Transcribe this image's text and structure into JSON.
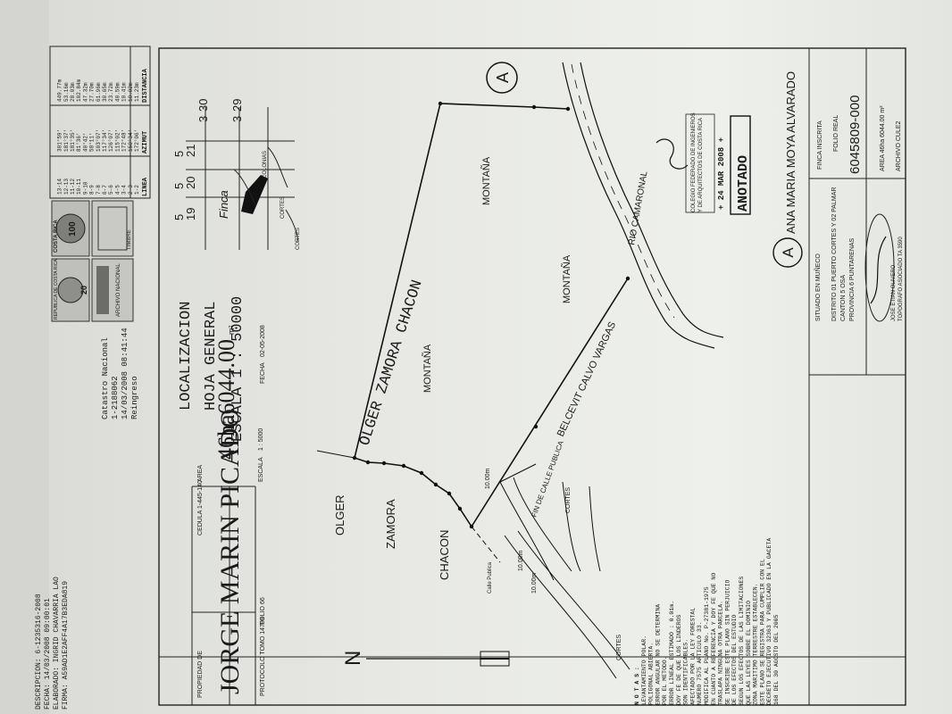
{
  "header_tab": {
    "lines": [
      "DESCRIPCION: 6-1235316-2008",
      "FECHA: 14/03/2008 09:00:01",
      "ELABORADO: INGRID CHAVARRIA LAO",
      "FIRMA: A59AD1E2AFF4A17B3EDA819"
    ],
    "registry_lines": [
      "Catastro Nacional",
      "1-2188062",
      "14/03/2008 08:41:44",
      "Reingreso"
    ]
  },
  "coordinate_table": {
    "headers": [
      "LINEA",
      "AZIMUT",
      "DISTANCIA"
    ],
    "rows": [
      [
        "1-2",
        "172°06'",
        "11.23m"
      ],
      [
        "2-3",
        "150°34'",
        "10.02m"
      ],
      [
        "3-4",
        "172°48'",
        "10.41m"
      ],
      [
        "4-5",
        "115°02'",
        "40.59m"
      ],
      [
        "5-6",
        "126°07'",
        "23.72m"
      ],
      [
        "6-7",
        "117°34'",
        "30.65m"
      ],
      [
        "7-8",
        "103°07'",
        "61.96m"
      ],
      [
        "8-9",
        "58°11'",
        "27.70m"
      ],
      [
        "9-10",
        "40°42'",
        "47.32m"
      ],
      [
        "10-11",
        "81°36'",
        "102.84m"
      ],
      [
        "11-12",
        "181°35'",
        "28.03m"
      ],
      [
        "12-13",
        "181°37'",
        "53.16m"
      ],
      [
        "13-14",
        "301°59'",
        "449.77m"
      ]
    ]
  },
  "localizacion": {
    "title": "LOCALIZACION",
    "subtitle": "HOJA GENERAL",
    "scale": "ESCALA 1 : 50000"
  },
  "location_map": {
    "grid_top": [
      "5",
      "5",
      "5"
    ],
    "grid_top_sub": [
      "19",
      "20",
      "21"
    ],
    "grid_right": [
      "3",
      "3"
    ],
    "grid_right_sub": [
      "30",
      "29"
    ],
    "finca": "Finca",
    "labels": [
      "COLONIAS",
      "CORTES",
      "CORTES"
    ]
  },
  "plan_labels": {
    "north": "N",
    "olger_zamora_chacon": "OLGER ZAMORA CHACON",
    "olger": "OLGER",
    "zamora": "ZAMORA",
    "chacon": "CHACON",
    "montana_1": "MONTAÑA",
    "montana_2": "MONTAÑA",
    "montana_3": "MONTAÑA",
    "belcevit": "BELCEVIT CALVO VARGAS",
    "rio": "RIO CAMARONAL",
    "calle_publica": "Calle Publica",
    "fin_calle": "FIN DE CALLE PUBLICA",
    "cortes_1": "CORTES",
    "cortes_2": "CORTES",
    "dist_1": "10.00m",
    "dist_2": "10.00m",
    "dist_3": "10.00m",
    "circle_a": "A"
  },
  "stamps": {
    "seal_1_top": "REPUBLICA DE COSTA RICA",
    "seal_1_mid": "20",
    "seal_1_bottom": "TIMBRE",
    "seal_2_top": "COSTA RICA",
    "seal_2_value": "100",
    "seal_2_bottom": "ARCHIVO NACIONAL",
    "colegio_line1": "COLEGIO FEDERADO DE INGENIEROS",
    "colegio_line2": "Y DE ARQUITECTOS DE COSTA RICA",
    "colegio_date": "+ 24 MAR 2008 +",
    "anotado": "ANOTADO"
  },
  "notas": [
    "N O T A S :",
    "LEVANTAMIENTO POLAR.",
    "POLIGONAL ABIERTA.",
    "ERROR ANGULAR NO SE DETERMINA",
    "POR EL METODO.",
    "ERROR LINEAL ESTIMADO : 0.01m.",
    "DOY FE DE QUE LOS LINDEROS",
    "SON IDENTIFICABLES.",
    "AFECTADO POR LA LEY FORESTAL",
    "NUMERO 7575 ARTICULO 33.",
    "MODIFICA AL PLANO No. P-27381-1975",
    "EN CUANTO A REFERENCIA Y DOY FE QUE NO",
    "TRASLAPA NINGUNA OTRA PARCELA.",
    "SE INSCRIBE ESTE PLANO SIN PERJUICIO",
    "DE LOS EFECTOS DEL ESTUDIO",
    "SEGUN LOS EFECTOS DE LAS LIMITACIONES",
    "QUE LAS LEYES SOBRE EL DOMINIO",
    "ZONA MARITIMO TERRESTRE ESTABLECEN.",
    "ESTE PLANO SE REGISTRA PARA CUMPLIR CON EL",
    "DECRETO EJECUTIVO 32363 Y PUBLICADO EN LA GACETA",
    "168 DEL 30 AGOSTO DEL 2005"
  ],
  "title_block": {
    "propiedad_label": "PROPIEDAD DE",
    "owner": "JORGE MARIN PICADO",
    "cedula_label": "CEDULA",
    "cedula": "1-445-140",
    "protocolo": "PROTOCOLO  TOMO 14709",
    "folio": "FOLIO 66",
    "area_label": "AREA",
    "area": "46ha6044.00",
    "area_unit": "m²",
    "escala_label": "ESCALA",
    "escala": "1 : 5000",
    "fecha_label": "FECHA",
    "fecha": "02-05-2008",
    "situado_label": "SITUADO EN MUÑECO",
    "distrito": "DISTRITO 01  PUERTO CORTES Y 02 PALMAR",
    "canton": "CANTON 5  OSA",
    "provincia": "PROVINCIA 6  PUNTARENAS",
    "topografo": "JOSE ETIAN OLIVERO",
    "topografo_title": "TOPOGRAFO ASOCIADO  TA 3590",
    "finca_inscrita": "FINCA INSCRITA",
    "folio_real": "FOLIO REAL",
    "finca_number": "6045809-000",
    "area_note": "AREA 46ha 6044.00 m²",
    "archivo": "ARCHIVO CULE2",
    "side_owner": "ANA MARIA MOYA ALVARADO",
    "side_circle": "A"
  }
}
